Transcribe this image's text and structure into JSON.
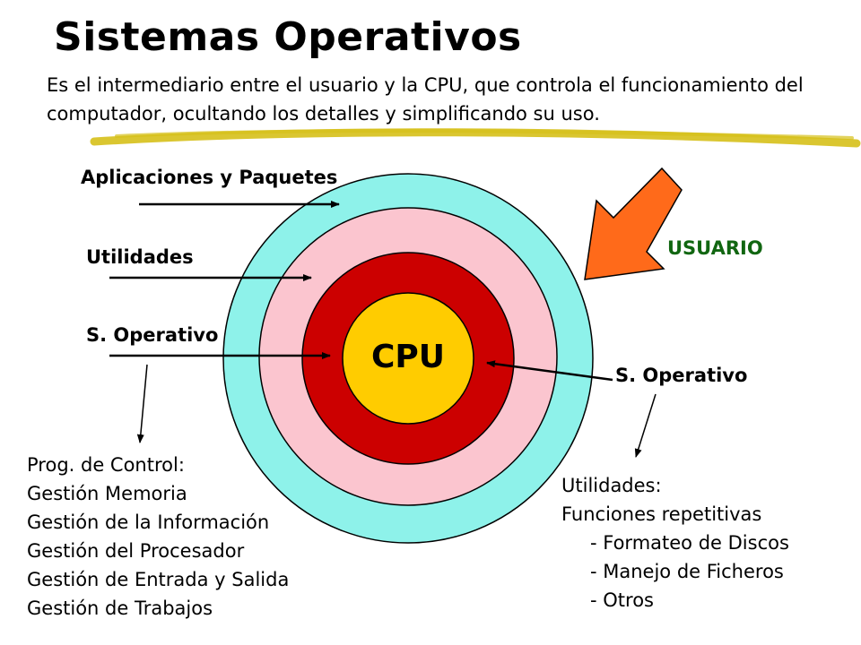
{
  "title": "Sistemas Operativos",
  "description": "Es el intermediario entre el usuario y la CPU, que controla el funcionamiento del computador, ocultando los detalles y simplificando su uso.",
  "labels": {
    "aplicaciones": "Aplicaciones y Paquetes",
    "utilidades": "Utilidades",
    "so_left": "S. Operativo",
    "usuario": "USUARIO",
    "so_right": "S. Operativo",
    "cpu": "CPU"
  },
  "left_list": [
    "Prog. de Control:",
    "Gestión Memoria",
    "Gestión de la Información",
    "Gestión del Procesador",
    "Gestión de Entrada y Salida",
    "Gestión de Trabajos"
  ],
  "right_list": {
    "heading": "Utilidades:",
    "subheading": "Funciones repetitivas",
    "items": [
      "- Formateo de Discos",
      "- Manejo de Ficheros",
      "- Otros"
    ]
  },
  "colors": {
    "ring_outer": "#8ef2ea",
    "ring_middle": "#fbc5cf",
    "ring_inner": "#cc0000",
    "core": "#ffcc00",
    "usuario_arrow": "#ff6a1a",
    "usuario_text": "#116611",
    "highlight": "#d6c01a"
  }
}
